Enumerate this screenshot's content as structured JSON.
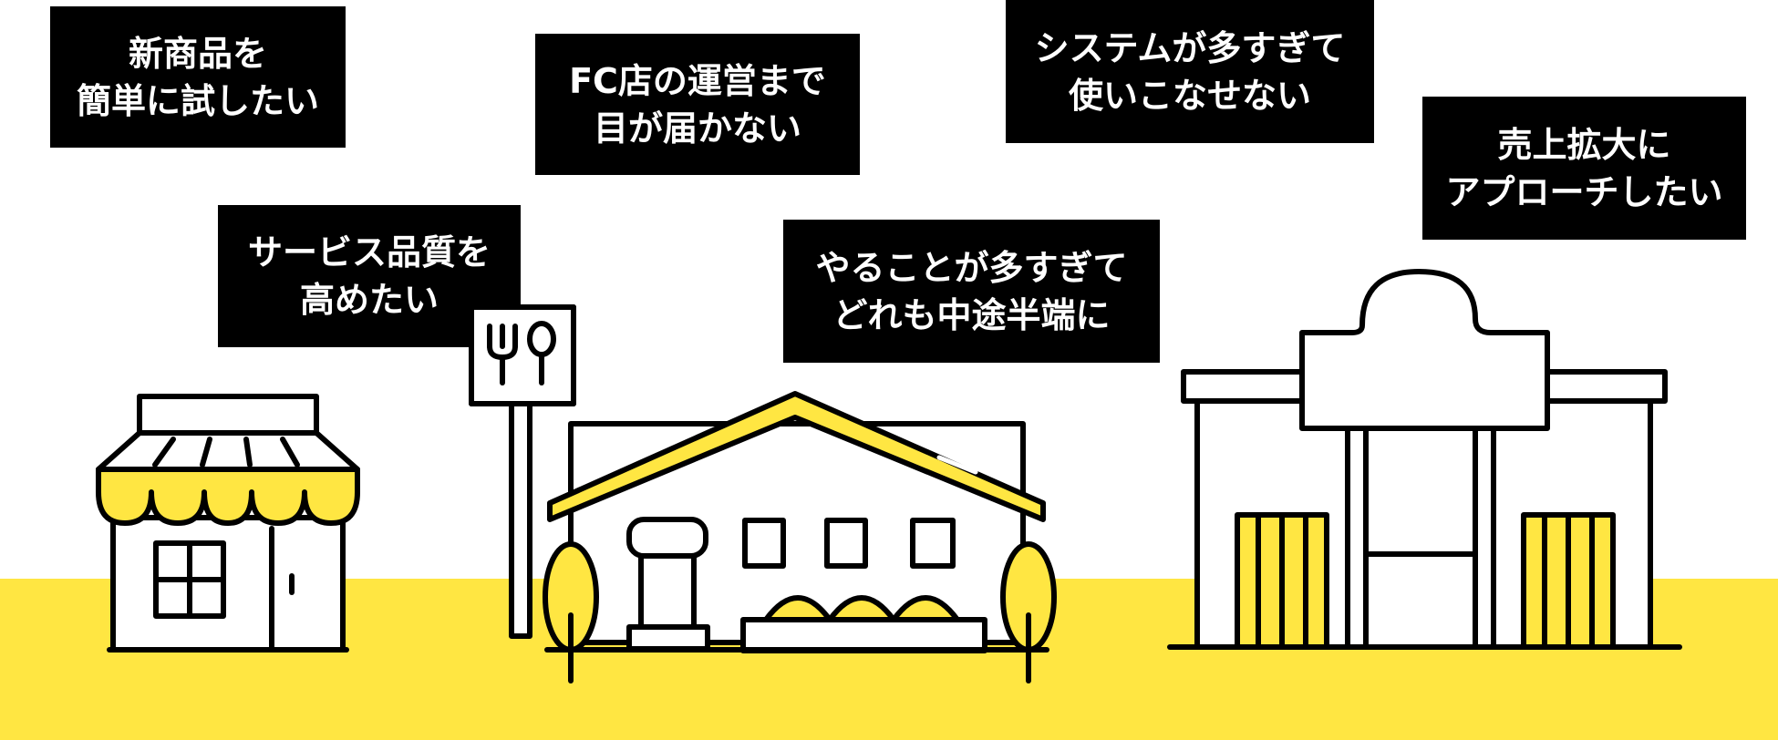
{
  "colors": {
    "accent_yellow": "#FFE642",
    "box_black": "#000000",
    "text_white": "#FFFFFF"
  },
  "concerns": {
    "new_products": {
      "line1": "新商品を",
      "line2": "簡単に試したい"
    },
    "fc_operations": {
      "line1": "FC店の運営まで",
      "line2": "目が届かない"
    },
    "too_many_systems": {
      "line1": "システムが多すぎて",
      "line2": "使いこなせない"
    },
    "sales_expansion": {
      "line1": "売上拡大に",
      "line2": "アプローチしたい"
    },
    "service_quality": {
      "line1": "サービス品質を",
      "line2": "高めたい"
    },
    "too_many_tasks": {
      "line1": "やることが多すぎて",
      "line2": "どれも中途半端に"
    }
  },
  "illustrations": [
    "small-shop-with-awning",
    "restaurant-with-fork-spoon-sign",
    "large-store-building"
  ]
}
